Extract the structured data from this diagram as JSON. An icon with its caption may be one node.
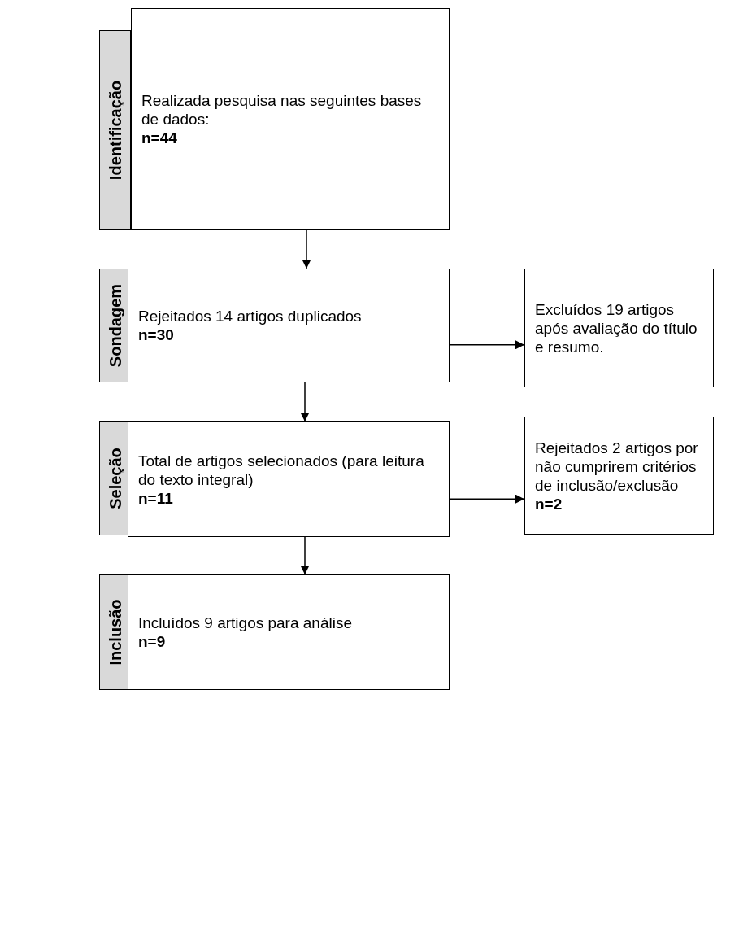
{
  "diagram": {
    "nodes": [
      {
        "text": [
          "Identificação"
        ]
      },
      {
        "text": [
          "Realizada pesquisa nas seguintes bases de dados:",
          "n=44"
        ]
      },
      {
        "text": [
          "Sondagem"
        ]
      },
      {
        "text": [
          "Rejeitados 14 artigos duplicados",
          "n=30"
        ]
      },
      {
        "text": [
          "Excluídos 19 artigos após avaliação do título e resumo."
        ]
      },
      {
        "text": [
          "Seleção"
        ]
      },
      {
        "text": [
          "Total de artigos selecionados (para leitura do texto integral)",
          "n=11"
        ]
      },
      {
        "text": [
          "Rejeitados 2 artigos por não cumprirem critérios de inclusão/exclusão",
          "n=2"
        ]
      },
      {
        "text": [
          "Inclusão"
        ]
      },
      {
        "text": [
          "Incluídos 9 artigos para análise",
          "n=9"
        ]
      }
    ],
    "edges": [
      {
        "from": 1,
        "to": 3,
        "arrow": "to"
      },
      {
        "from": 3,
        "to": 4,
        "arrow": "to"
      },
      {
        "from": 3,
        "to": 6,
        "arrow": "to"
      },
      {
        "from": 6,
        "to": 7,
        "arrow": "to"
      },
      {
        "from": 6,
        "to": 9,
        "arrow": "to"
      }
    ]
  }
}
